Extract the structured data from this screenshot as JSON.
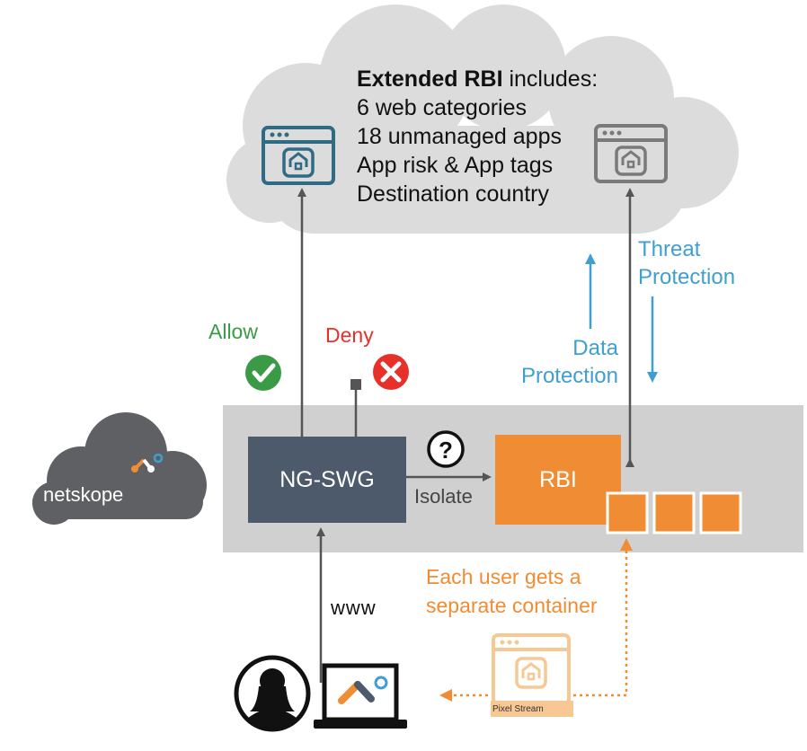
{
  "cloud": {
    "heading_bold": "Extended RBI",
    "heading_rest": " includes:",
    "items": [
      "6 web categories",
      "18 unmanaged apps",
      "App risk & App tags",
      "Destination country"
    ]
  },
  "labels": {
    "allow": "Allow",
    "deny": "Deny",
    "data_protection": [
      "Data",
      "Protection"
    ],
    "threat_protection": [
      "Threat",
      "Protection"
    ],
    "isolate": "Isolate",
    "www": "www",
    "container_note": [
      "Each user gets a",
      "separate container"
    ],
    "ngswg": "NG-SWG",
    "rbi": "RBI",
    "netskope": "netskope",
    "pixel_stream": "Pixel Stream"
  },
  "colors": {
    "allow": "#3a9b47",
    "deny": "#e8302a",
    "protection": "#3f9fcf",
    "orange": "#f08c33",
    "light_orange": "#f7c893",
    "ngswg_box": "#4c5a6b",
    "gray_band": "#d0d0d0",
    "cloud": "#dcdcdc",
    "netskope_cloud": "#5f6064",
    "blue_icon": "#2f6b85",
    "gray_icon": "#7a7a7a",
    "line": "#555555"
  },
  "icons": [
    "browser-home-icon",
    "check-circle-icon",
    "x-circle-icon",
    "question-circle-icon",
    "user-icon",
    "laptop-icon"
  ]
}
